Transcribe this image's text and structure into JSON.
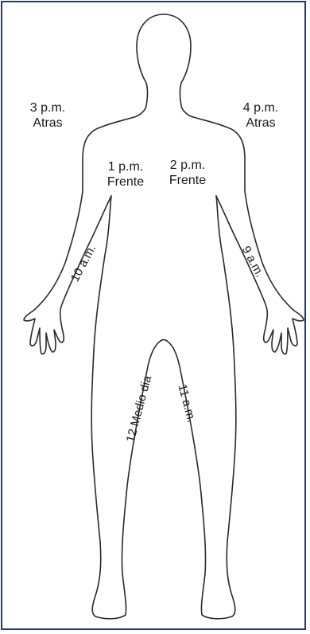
{
  "colors": {
    "frame_border": "#1f3a7a",
    "outline": "#2a2a2a",
    "text": "#1a1a1a"
  },
  "labels": {
    "right_shoulder_back": {
      "time": "3 p.m.",
      "side": "Atras"
    },
    "left_shoulder_back": {
      "time": "4 p.m.",
      "side": "Atras"
    },
    "right_chest_front": {
      "time": "1 p.m.",
      "side": "Frente"
    },
    "left_chest_front": {
      "time": "2 p.m.",
      "side": "Frente"
    },
    "right_arm": "10 a.m.",
    "left_arm": "9 a.m.",
    "right_leg": "12 Medio dia",
    "left_leg": "11 a.m."
  }
}
